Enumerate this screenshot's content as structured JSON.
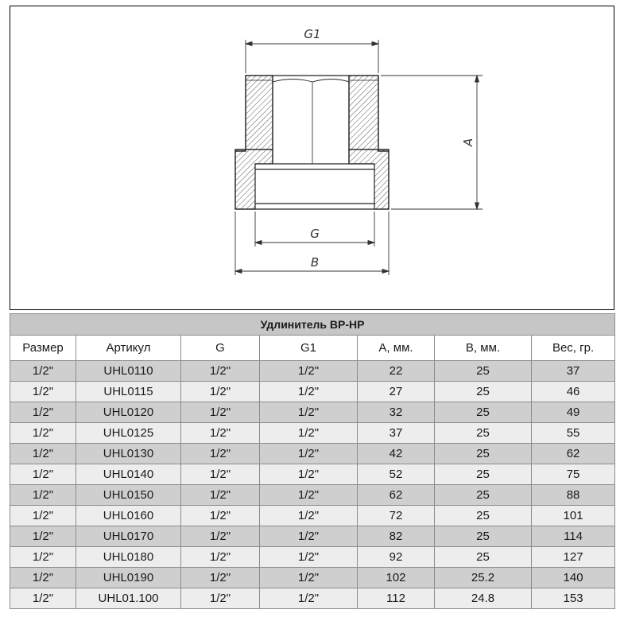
{
  "drawing": {
    "labels": {
      "g1": "G1",
      "a": "A",
      "g": "G",
      "b": "B"
    }
  },
  "table": {
    "title": "Удлинитель ВР-НР",
    "headers": [
      "Размер",
      "Артикул",
      "G",
      "G1",
      "А, мм.",
      "В, мм.",
      "Вес, гр."
    ],
    "rows": [
      [
        "1/2\"",
        "UHL0110",
        "1/2\"",
        "1/2\"",
        "22",
        "25",
        "37"
      ],
      [
        "1/2\"",
        "UHL0115",
        "1/2\"",
        "1/2\"",
        "27",
        "25",
        "46"
      ],
      [
        "1/2\"",
        "UHL0120",
        "1/2\"",
        "1/2\"",
        "32",
        "25",
        "49"
      ],
      [
        "1/2\"",
        "UHL0125",
        "1/2\"",
        "1/2\"",
        "37",
        "25",
        "55"
      ],
      [
        "1/2\"",
        "UHL0130",
        "1/2\"",
        "1/2\"",
        "42",
        "25",
        "62"
      ],
      [
        "1/2\"",
        "UHL0140",
        "1/2\"",
        "1/2\"",
        "52",
        "25",
        "75"
      ],
      [
        "1/2\"",
        "UHL0150",
        "1/2\"",
        "1/2\"",
        "62",
        "25",
        "88"
      ],
      [
        "1/2\"",
        "UHL0160",
        "1/2\"",
        "1/2\"",
        "72",
        "25",
        "101"
      ],
      [
        "1/2\"",
        "UHL0170",
        "1/2\"",
        "1/2\"",
        "82",
        "25",
        "114"
      ],
      [
        "1/2\"",
        "UHL0180",
        "1/2\"",
        "1/2\"",
        "92",
        "25",
        "127"
      ],
      [
        "1/2\"",
        "UHL0190",
        "1/2\"",
        "1/2\"",
        "102",
        "25.2",
        "140"
      ],
      [
        "1/2\"",
        "UHL01.100",
        "1/2\"",
        "1/2\"",
        "112",
        "24.8",
        "153"
      ]
    ]
  }
}
